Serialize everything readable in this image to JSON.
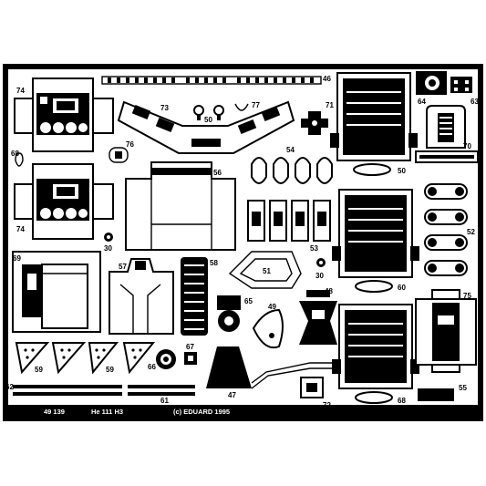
{
  "sheet": {
    "product_code": "49 139",
    "model": "He 111 H3",
    "copyright": "(c) EDUARD 1995"
  },
  "part_numbers": {
    "p46": "46",
    "p47": "47",
    "p48": "48",
    "p49": "49",
    "p50a": "50",
    "p50b": "50",
    "p51": "51",
    "p52": "52",
    "p53": "53",
    "p54": "54",
    "p55": "55",
    "p56": "56",
    "p57": "57",
    "p58": "58",
    "p59a": "59",
    "p59b": "59",
    "p60": "60",
    "p61": "61",
    "p62": "62",
    "p63": "63",
    "p64": "64",
    "p65": "65",
    "p66": "66",
    "p67": "67",
    "p68a": "68",
    "p68b": "68",
    "p69": "69",
    "p70": "70",
    "p71": "71",
    "p72": "72",
    "p73": "73",
    "p74a": "74",
    "p74b": "74",
    "p75": "75",
    "p76": "76",
    "p77": "77",
    "p30a": "30",
    "p30b": "30"
  },
  "colors": {
    "metal": "#000000",
    "background": "#ffffff"
  }
}
